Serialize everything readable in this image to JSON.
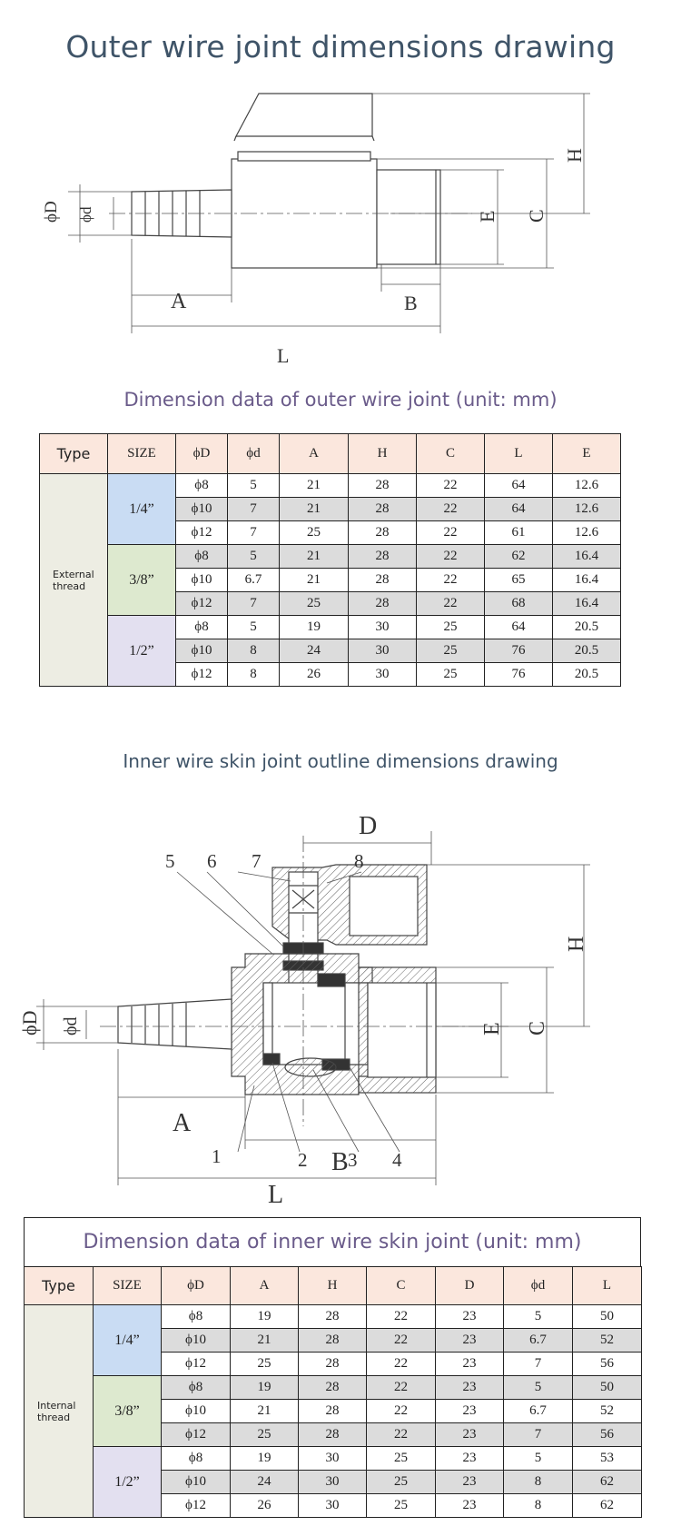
{
  "outer": {
    "title": "Outer wire joint dimensions drawing",
    "subtitle": "Dimension data of outer wire joint (unit: mm)",
    "labels": {
      "D": "ϕD",
      "d": "ϕd",
      "A": "A",
      "B": "B",
      "L": "L",
      "E": "E",
      "C": "C",
      "H": "H"
    },
    "headers": [
      "Type",
      "SIZE",
      "ϕD",
      "ϕd",
      "A",
      "H",
      "C",
      "L",
      "E"
    ],
    "type_label": "External thread",
    "groups": [
      {
        "size": "1/4”",
        "rows": [
          [
            "ϕ8",
            "5",
            "21",
            "28",
            "22",
            "64",
            "12.6"
          ],
          [
            "ϕ10",
            "7",
            "21",
            "28",
            "22",
            "64",
            "12.6"
          ],
          [
            "ϕ12",
            "7",
            "25",
            "28",
            "22",
            "61",
            "12.6"
          ]
        ]
      },
      {
        "size": "3/8”",
        "rows": [
          [
            "ϕ8",
            "5",
            "21",
            "28",
            "22",
            "62",
            "16.4"
          ],
          [
            "ϕ10",
            "6.7",
            "21",
            "28",
            "22",
            "65",
            "16.4"
          ],
          [
            "ϕ12",
            "7",
            "25",
            "28",
            "22",
            "68",
            "16.4"
          ]
        ]
      },
      {
        "size": "1/2”",
        "rows": [
          [
            "ϕ8",
            "5",
            "19",
            "30",
            "25",
            "64",
            "20.5"
          ],
          [
            "ϕ10",
            "8",
            "24",
            "30",
            "25",
            "76",
            "20.5"
          ],
          [
            "ϕ12",
            "8",
            "26",
            "30",
            "25",
            "76",
            "20.5"
          ]
        ]
      }
    ]
  },
  "inner": {
    "title": "Inner wire skin joint outline dimensions drawing",
    "subtitle": "Dimension data of inner wire skin joint (unit: mm)",
    "labels": {
      "D": "ϕD",
      "d": "ϕd",
      "A": "A",
      "B": "B",
      "L": "L",
      "E": "E",
      "C": "C",
      "H": "H",
      "Dtop": "D",
      "n1": "1",
      "n2": "2",
      "n3": "3",
      "n4": "4",
      "n5": "5",
      "n6": "6",
      "n7": "7",
      "n8": "8"
    },
    "headers": [
      "Type",
      "SIZE",
      "ϕD",
      "A",
      "H",
      "C",
      "D",
      "ϕd",
      "L"
    ],
    "type_label": "Internal thread",
    "groups": [
      {
        "size": "1/4”",
        "rows": [
          [
            "ϕ8",
            "19",
            "28",
            "22",
            "23",
            "5",
            "50"
          ],
          [
            "ϕ10",
            "21",
            "28",
            "22",
            "23",
            "6.7",
            "52"
          ],
          [
            "ϕ12",
            "25",
            "28",
            "22",
            "23",
            "7",
            "56"
          ]
        ]
      },
      {
        "size": "3/8”",
        "rows": [
          [
            "ϕ8",
            "19",
            "28",
            "22",
            "23",
            "5",
            "50"
          ],
          [
            "ϕ10",
            "21",
            "28",
            "22",
            "23",
            "6.7",
            "52"
          ],
          [
            "ϕ12",
            "25",
            "28",
            "22",
            "23",
            "7",
            "56"
          ]
        ]
      },
      {
        "size": "1/2”",
        "rows": [
          [
            "ϕ8",
            "19",
            "30",
            "25",
            "23",
            "5",
            "53"
          ],
          [
            "ϕ10",
            "24",
            "30",
            "25",
            "23",
            "8",
            "62"
          ],
          [
            "ϕ12",
            "26",
            "30",
            "25",
            "23",
            "8",
            "62"
          ]
        ]
      }
    ]
  }
}
